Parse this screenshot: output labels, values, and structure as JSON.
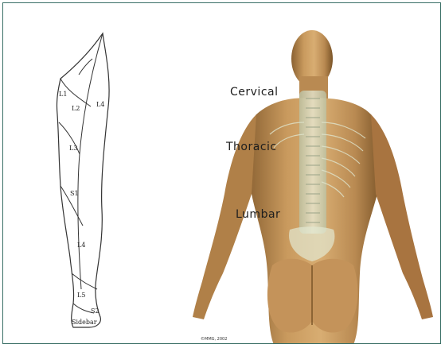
{
  "spine_labels": {
    "cervical": "Cervical",
    "thoracic": "Thoracic",
    "lumbar": "Lumbar"
  },
  "dermatome_labels": {
    "l1": "L1",
    "l2": "L2",
    "l3": "L3",
    "l4": "L4",
    "l5": "L5",
    "s1": "S1",
    "s2": "S2",
    "bottom": "Sidebar"
  },
  "copyright": "©MMG, 2002",
  "colors": {
    "border": "#3a6f66",
    "skin": "#c99a5e",
    "skin_shadow": "#8a6132",
    "spine": "#e8ecd8",
    "spine_band": "#b9c4a8"
  }
}
